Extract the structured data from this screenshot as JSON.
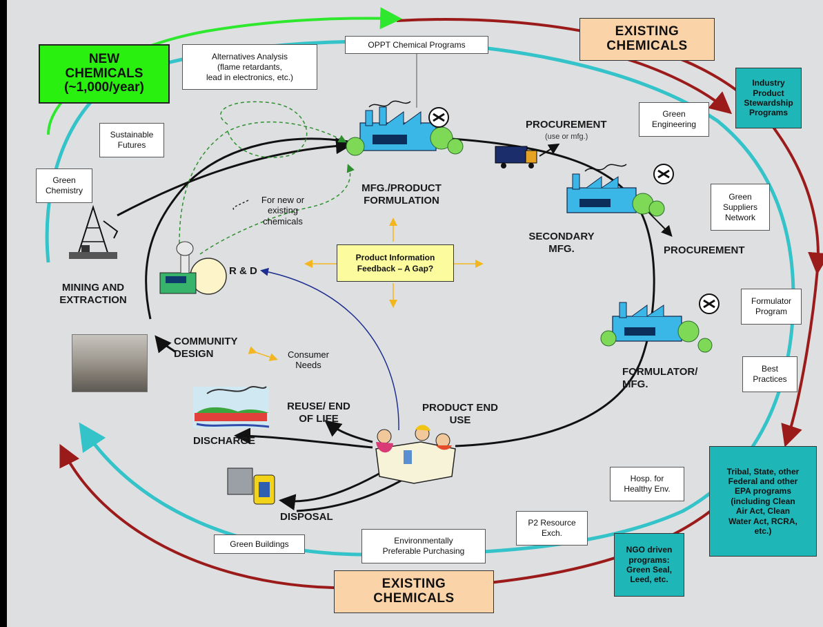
{
  "colors": {
    "background": "#dedfe1",
    "outer_ring": "#9b1b1b",
    "middle_ring": "#33c3c9",
    "new_chemicals_arrow": "#2ee82e",
    "new_chemicals_box": "#29f00f",
    "existing_chemicals_box": "#fbd3a9",
    "program_box_teal": "#1fb6b8",
    "gap_box": "#fcfc9e",
    "gap_arrows": "#f3b61f",
    "rd_feedback_line": "#1f2f8f",
    "inner_cycle": "#111111"
  },
  "headers": {
    "new_chemicals": "NEW\nCHEMICALS\n(~1,000/year)",
    "existing_top": "EXISTING\nCHEMICALS",
    "existing_bottom": "EXISTING\nCHEMICALS"
  },
  "program_boxes": {
    "oppt": "OPPT Chemical Programs",
    "alternatives": "Alternatives Analysis\n(flame retardants,\nlead in electronics, etc.)",
    "sustainable_futures": "Sustainable\nFutures",
    "green_chemistry": "Green\nChemistry",
    "green_engineering": "Green\nEngineering",
    "green_suppliers": "Green\nSuppliers\nNetwork",
    "formulator_program": "Formulator\nProgram",
    "best_practices": "Best\nPractices",
    "hosp_healthy": "Hosp. for\nHealthy Env.",
    "p2_resource": "P2 Resource\nExch.",
    "epp": "Environmentally\nPreferable Purchasing",
    "green_buildings": "Green Buildings"
  },
  "teal_boxes": {
    "industry_stewardship": "Industry\nProduct\nStewardship\nPrograms",
    "tribal_state": "Tribal, State, other\nFederal and other\nEPA programs\n(including Clean\nAir Act, Clean\nWater Act, RCRA,\netc.)",
    "ngo_programs": "NGO driven\nprograms:\nGreen Seal,\nLeed, etc."
  },
  "gap_box": "Product Information\nFeedback – A Gap?",
  "stages": {
    "mfg_formulation": "MFG./PRODUCT\nFORMULATION",
    "procurement_top": "PROCUREMENT",
    "procurement_top_note": "(use or mfg.)",
    "secondary_mfg": "SECONDARY\nMFG.",
    "procurement_right": "PROCUREMENT",
    "formulator_mfg": "FORMULATOR/\nMFG.",
    "product_end_use": "PRODUCT END\nUSE",
    "reuse_end_of_life": "REUSE/ END\nOF LIFE",
    "discharge": "DISCHARGE",
    "disposal": "DISPOSAL",
    "community_design": "COMMUNITY\nDESIGN",
    "consumer_needs": "Consumer\nNeeds",
    "r_and_d": "R & D",
    "mining": "MINING AND\nEXTRACTION",
    "new_or_existing": "For new or\nexisting\nchemicals"
  }
}
